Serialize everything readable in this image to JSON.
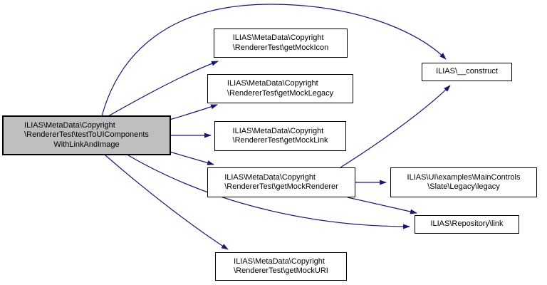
{
  "diagram": {
    "type": "call-graph",
    "background_color": "#ffffff",
    "edge_color": "#191970",
    "node_fill": "#ffffff",
    "node_border_color": "#000000",
    "highlighted_node_fill": "#bfbfbf"
  },
  "nodes": {
    "test": {
      "lines": [
        "ILIAS\\MetaData\\Copyright",
        "\\RendererTest\\testToUIComponents",
        "WithLinkAndImage"
      ],
      "highlighted": true
    },
    "getMockIcon": {
      "lines": [
        "ILIAS\\MetaData\\Copyright",
        "\\RendererTest\\getMockIcon"
      ]
    },
    "getMockLegacy": {
      "lines": [
        "ILIAS\\MetaData\\Copyright",
        "\\RendererTest\\getMockLegacy"
      ]
    },
    "getMockLink": {
      "lines": [
        "ILIAS\\MetaData\\Copyright",
        "\\RendererTest\\getMockLink"
      ]
    },
    "getMockRenderer": {
      "lines": [
        "ILIAS\\MetaData\\Copyright",
        "\\RendererTest\\getMockRenderer"
      ]
    },
    "getMockURI": {
      "lines": [
        "ILIAS\\MetaData\\Copyright",
        "\\RendererTest\\getMockURI"
      ]
    },
    "construct": {
      "lines": [
        "ILIAS\\__construct"
      ]
    },
    "legacy": {
      "lines": [
        "ILIAS\\UI\\examples\\MainControls",
        "\\Slate\\Legacy\\legacy"
      ]
    },
    "repositoryLink": {
      "lines": [
        "ILIAS\\Repository\\link"
      ]
    }
  },
  "edges": [
    {
      "from": "test",
      "to": "getMockIcon"
    },
    {
      "from": "test",
      "to": "getMockLegacy"
    },
    {
      "from": "test",
      "to": "getMockLink"
    },
    {
      "from": "test",
      "to": "getMockRenderer"
    },
    {
      "from": "test",
      "to": "getMockURI"
    },
    {
      "from": "test",
      "to": "construct"
    },
    {
      "from": "test",
      "to": "repositoryLink"
    },
    {
      "from": "getMockRenderer",
      "to": "construct"
    },
    {
      "from": "getMockRenderer",
      "to": "legacy"
    },
    {
      "from": "getMockRenderer",
      "to": "repositoryLink"
    }
  ]
}
